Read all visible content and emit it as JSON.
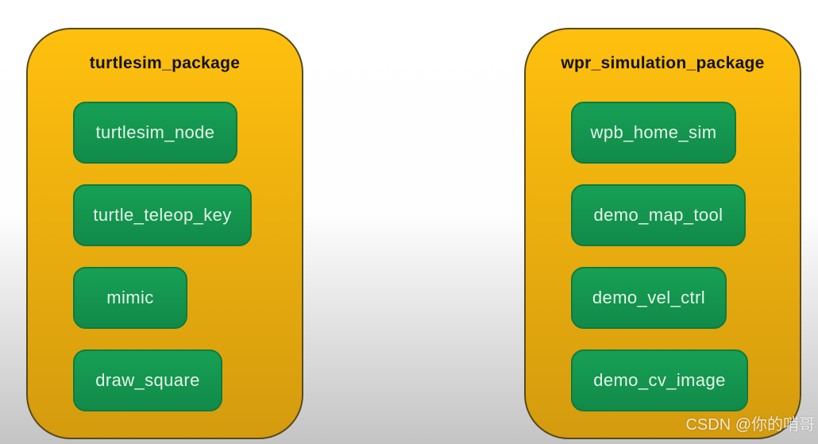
{
  "watermark": "CSDN @你的哨哥",
  "colors": {
    "bg_top": "#ffffff",
    "bg_bottom": "#c4c4c4",
    "package_fill_top": "#ffc00e",
    "package_fill_bottom": "#d49b0e",
    "package_border": "#574a20",
    "node_fill_top": "#17a055",
    "node_fill_bottom": "#118a49",
    "node_border": "#0d7c40",
    "title_color": "#141414",
    "node_text_color": "#e4f3e9"
  },
  "packages": [
    {
      "title": "turtlesim_package",
      "nodes": [
        "turtlesim_node",
        "turtle_teleop_key",
        "mimic",
        "draw_square"
      ]
    },
    {
      "title": "wpr_simulation_package",
      "nodes": [
        "wpb_home_sim",
        "demo_map_tool",
        "demo_vel_ctrl",
        "demo_cv_image"
      ]
    }
  ]
}
